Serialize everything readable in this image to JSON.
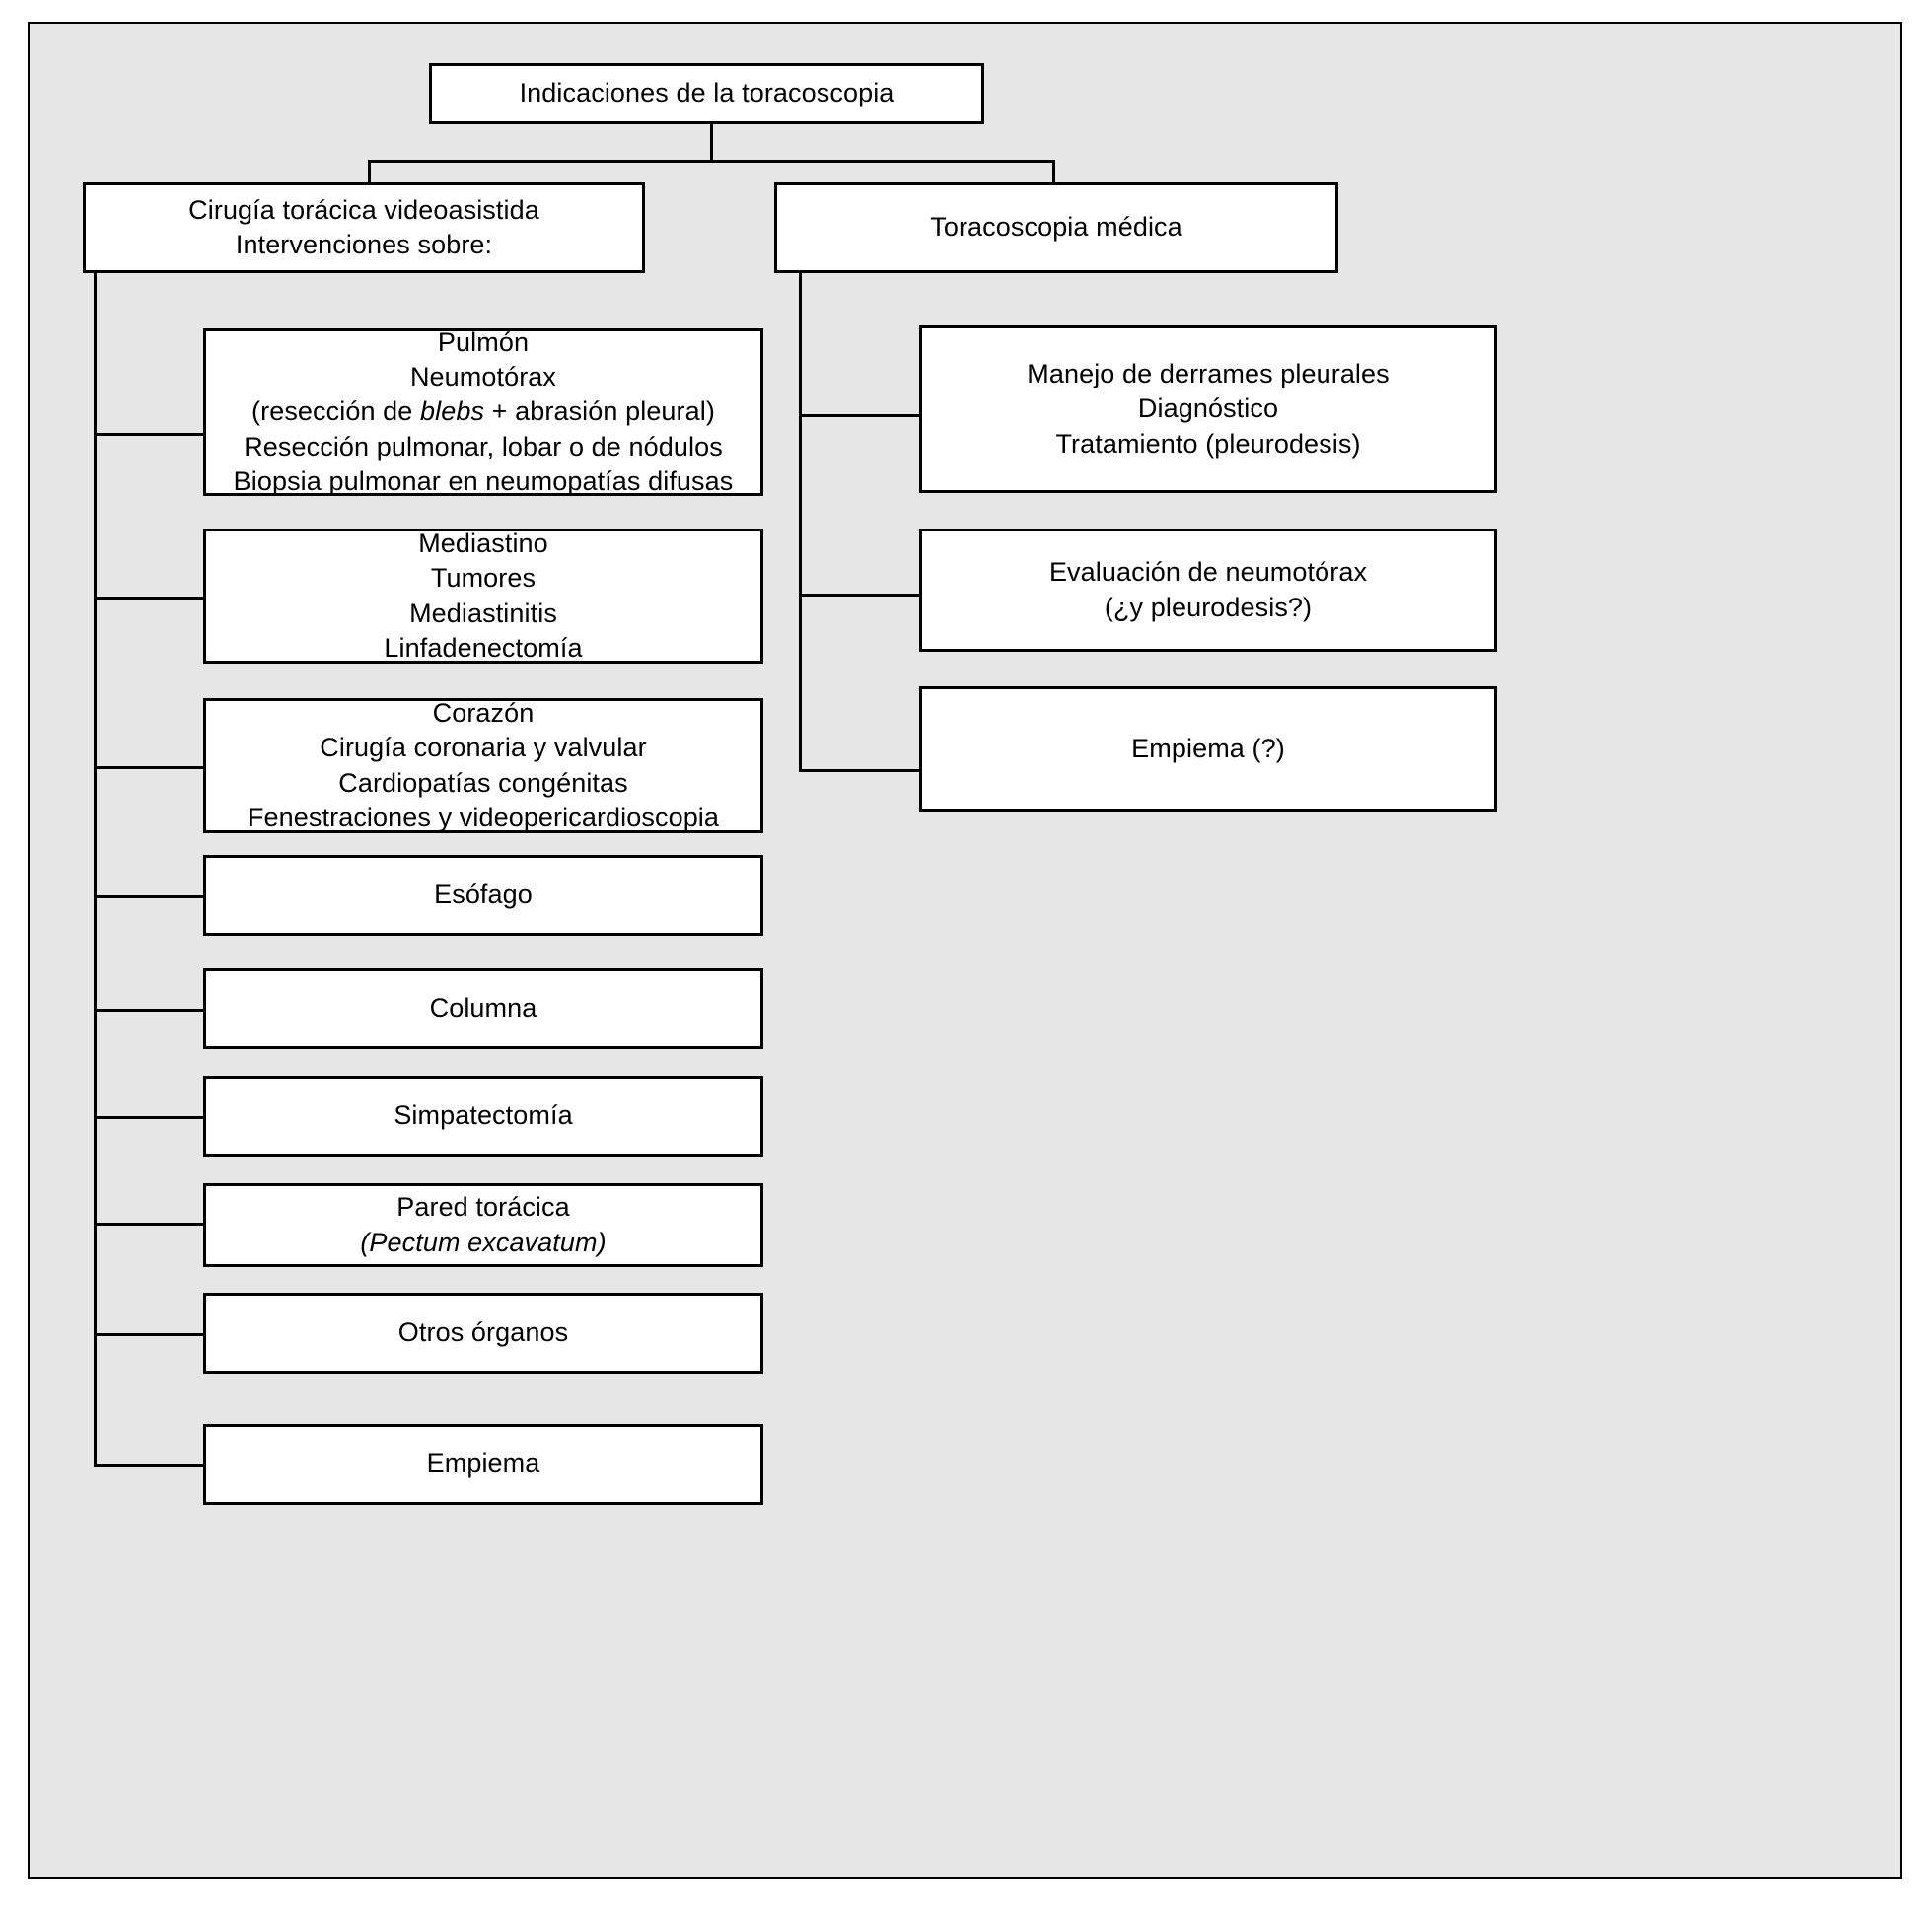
{
  "diagram": {
    "title_box": {
      "label": "Indicaciones de la toracoscopia"
    },
    "branches": [
      {
        "id": "vats",
        "line1": "Cirugía torácica videoasistida",
        "line2": "Intervenciones sobre:"
      },
      {
        "id": "medical",
        "line1": "Toracoscopia médica"
      }
    ],
    "vats_children": [
      {
        "id": "pulmon",
        "lines": [
          {
            "text": "Pulmón",
            "style": "normal"
          },
          {
            "text": "Neumotórax",
            "style": "normal"
          },
          {
            "text": "(resección de ",
            "style": "mixed",
            "italic": "blebs",
            "tail": " + abrasión pleural)"
          },
          {
            "text": "Resección pulmonar, lobar o de nódulos",
            "style": "normal"
          },
          {
            "text": "Biopsia pulmonar en neumopatías difusas",
            "style": "normal"
          }
        ]
      },
      {
        "id": "mediastino",
        "lines": [
          {
            "text": "Mediastino",
            "style": "normal"
          },
          {
            "text": "Tumores",
            "style": "normal"
          },
          {
            "text": "Mediastinitis",
            "style": "normal"
          },
          {
            "text": "Linfadenectomía",
            "style": "normal"
          }
        ]
      },
      {
        "id": "corazon",
        "lines": [
          {
            "text": "Corazón",
            "style": "normal"
          },
          {
            "text": "Cirugía coronaria y valvular",
            "style": "normal"
          },
          {
            "text": "Cardiopatías congénitas",
            "style": "normal"
          },
          {
            "text": "Fenestraciones y videopericardioscopia",
            "style": "normal"
          }
        ]
      },
      {
        "id": "esofago",
        "lines": [
          {
            "text": "Esófago",
            "style": "normal"
          }
        ]
      },
      {
        "id": "columna",
        "lines": [
          {
            "text": "Columna",
            "style": "normal"
          }
        ]
      },
      {
        "id": "simpatectomia",
        "lines": [
          {
            "text": "Simpatectomía",
            "style": "normal"
          }
        ]
      },
      {
        "id": "pared-toracica",
        "lines": [
          {
            "text": "Pared torácica",
            "style": "normal"
          },
          {
            "text": "(Pectum excavatum)",
            "style": "italic"
          }
        ]
      },
      {
        "id": "otros-organos",
        "lines": [
          {
            "text": "Otros órganos",
            "style": "normal"
          }
        ]
      },
      {
        "id": "empiema",
        "lines": [
          {
            "text": "Empiema",
            "style": "normal"
          }
        ]
      }
    ],
    "medical_children": [
      {
        "id": "derrames",
        "lines": [
          {
            "text": "Manejo de derrames pleurales",
            "style": "normal"
          },
          {
            "text": "Diagnóstico",
            "style": "normal"
          },
          {
            "text": "Tratamiento (pleurodesis)",
            "style": "normal"
          }
        ]
      },
      {
        "id": "neumotorax",
        "lines": [
          {
            "text": "Evaluación de neumotórax",
            "style": "normal"
          },
          {
            "text": "(¿y pleurodesis?)",
            "style": "normal"
          }
        ]
      },
      {
        "id": "empiema-med",
        "lines": [
          {
            "text": "Empiema (?)",
            "style": "normal"
          }
        ]
      }
    ],
    "colors": {
      "panel_background": "#e6e6e6",
      "node_background": "#ffffff",
      "stroke": "#000000",
      "text": "#000000"
    }
  }
}
